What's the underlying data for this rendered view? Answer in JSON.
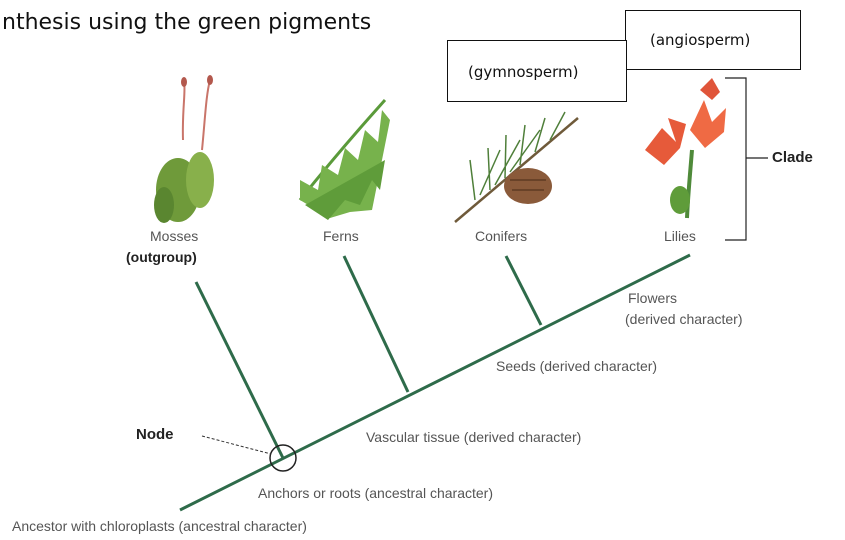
{
  "heading": "nthesis using the green pigments",
  "boxes": {
    "angiosperm": "(angiosperm)",
    "gymnosperm": "(gymnosperm)"
  },
  "taxa": {
    "mosses": "Mosses",
    "outgroup": "(outgroup)",
    "ferns": "Ferns",
    "conifers": "Conifers",
    "lilies": "Lilies"
  },
  "clade_label": "Clade",
  "node_label": "Node",
  "traits": {
    "flowers_1": "Flowers",
    "flowers_2": "(derived character)",
    "seeds": "Seeds (derived character)",
    "vascular": "Vascular tissue (derived character)",
    "anchors": "Anchors or roots (ancestral character)",
    "ancestor": "Ancestor with chloroplasts (ancestral character)"
  },
  "colors": {
    "branch": "#2e6b4a",
    "box_border": "#111111"
  }
}
